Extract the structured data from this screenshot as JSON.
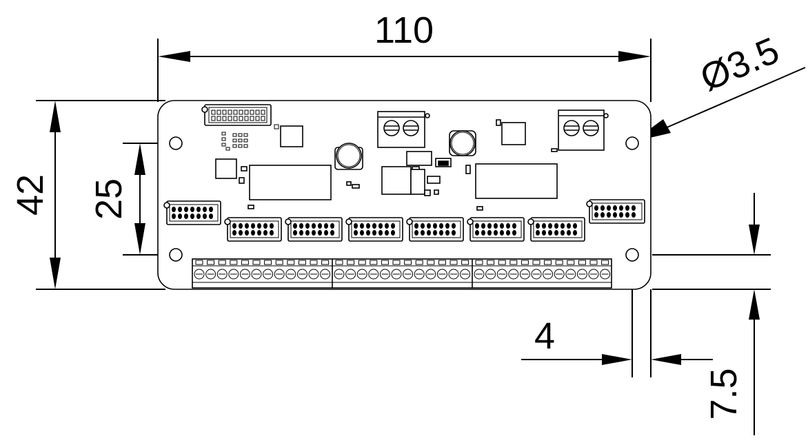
{
  "dimensions": {
    "width": "110",
    "height": "42",
    "hole_spacing": "25",
    "hole_diameter": "Ø3.5",
    "hole_edge_offset_x": "4",
    "hole_edge_offset_y": "7.5"
  },
  "colors": {
    "line": "#000000",
    "background": "#ffffff",
    "board_fill": "#ffffff"
  }
}
